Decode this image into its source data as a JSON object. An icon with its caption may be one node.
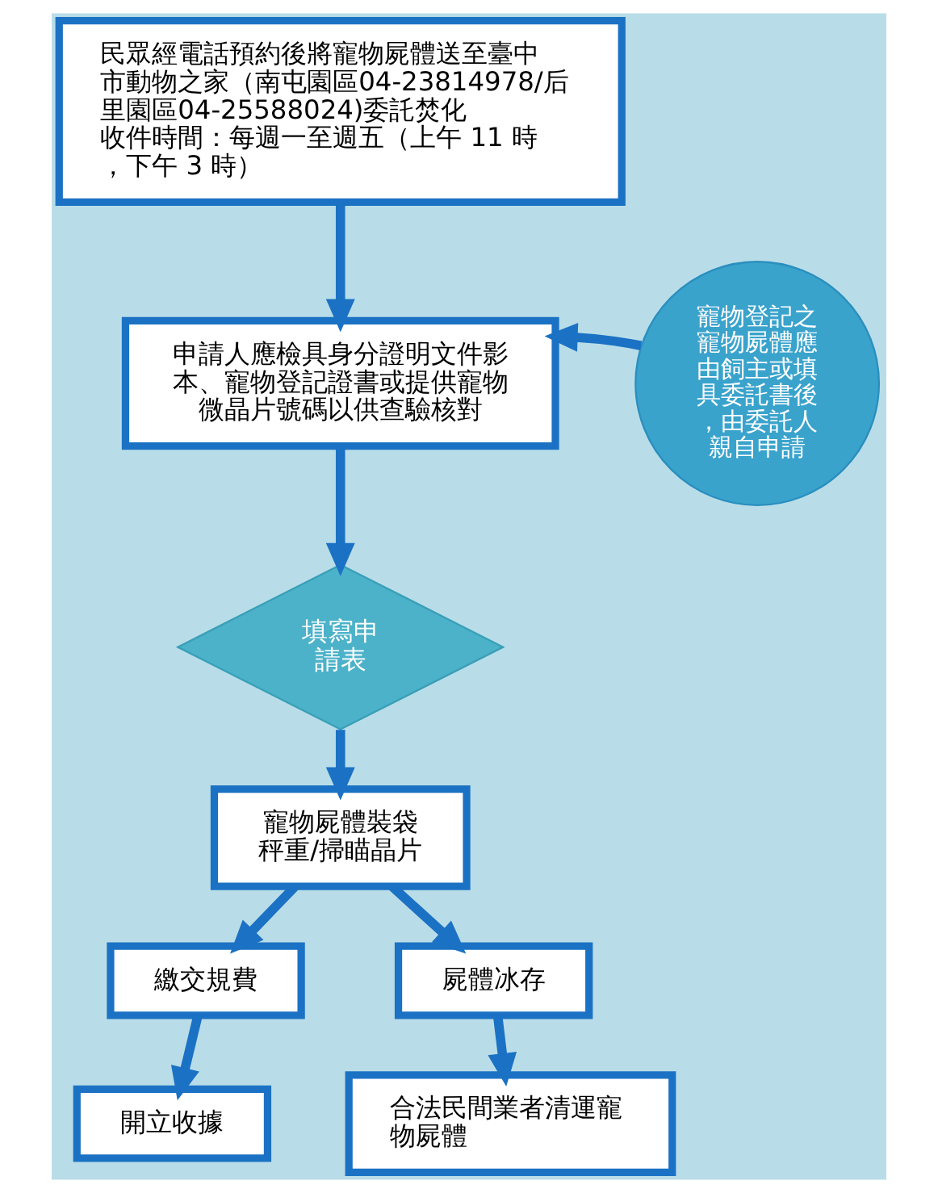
{
  "diagram": {
    "nodes": [
      {
        "text": [
          "民眾經電話預約後將寵物屍體送至臺中市動物之家（南屯園區04-23814978/后里園區04-25588024)委託焚化",
          "收件時間：每週一至週五（上午 11 時，下午 3 時）"
        ]
      },
      {
        "text": [
          "申請人應檢具身分證明文件影本、寵物登記證書或提供寵物微晶片號碼以供查驗核對"
        ]
      },
      {
        "text": [
          "寵物登記之寵物屍體應由飼主或填具委託書後，由委託人親自申請"
        ]
      },
      {
        "text": [
          "填寫申請表"
        ]
      },
      {
        "text": [
          "寵物屍體裝袋秤重/掃瞄晶片"
        ]
      },
      {
        "text": [
          "繳交規費"
        ]
      },
      {
        "text": [
          "屍體冰存"
        ]
      },
      {
        "text": [
          "開立收據"
        ]
      },
      {
        "text": [
          "合法民間業者清運寵物屍體"
        ]
      }
    ],
    "edges": [
      {
        "from": 0,
        "to": 1,
        "arrow": "to"
      },
      {
        "from": 2,
        "to": 1,
        "arrow": "to"
      },
      {
        "from": 1,
        "to": 3,
        "arrow": "to"
      },
      {
        "from": 3,
        "to": 4,
        "arrow": "to"
      },
      {
        "from": 4,
        "to": 5,
        "arrow": "to"
      },
      {
        "from": 4,
        "to": 6,
        "arrow": "to"
      },
      {
        "from": 5,
        "to": 7,
        "arrow": "to"
      },
      {
        "from": 6,
        "to": 8,
        "arrow": "to"
      }
    ]
  }
}
